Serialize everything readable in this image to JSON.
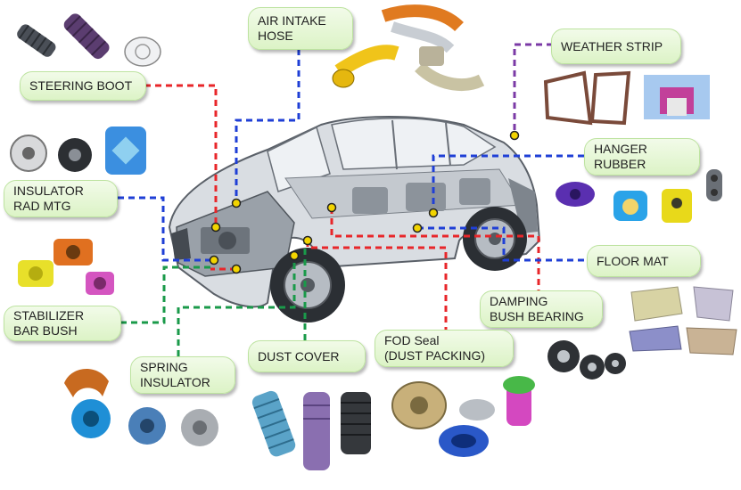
{
  "labels": {
    "steering_boot": "STEERING BOOT",
    "air_intake_hose": "AIR INTAKE\nHOSE",
    "weather_strip": "WEATHER STRIP",
    "hanger_rubber": "HANGER\nRUBBER",
    "insulator_rad_mtg": "INSULATOR\nRAD MTG",
    "floor_mat": "FLOOR MAT",
    "damping_bush_bearing": "DAMPING\nBUSH BEARING",
    "stabilizer_bar_bush": "STABILIZER\nBAR BUSH",
    "spring_insulator": "SPRING\nINSULATOR",
    "dust_cover": "DUST COVER",
    "fod_seal": "FOD Seal\n(DUST PACKING)"
  },
  "colors": {
    "red": "#e8262a",
    "blue": "#1f3fd6",
    "purple": "#7b3aa6",
    "green": "#1a9a4a",
    "label_bg": "#e3f5d2"
  }
}
